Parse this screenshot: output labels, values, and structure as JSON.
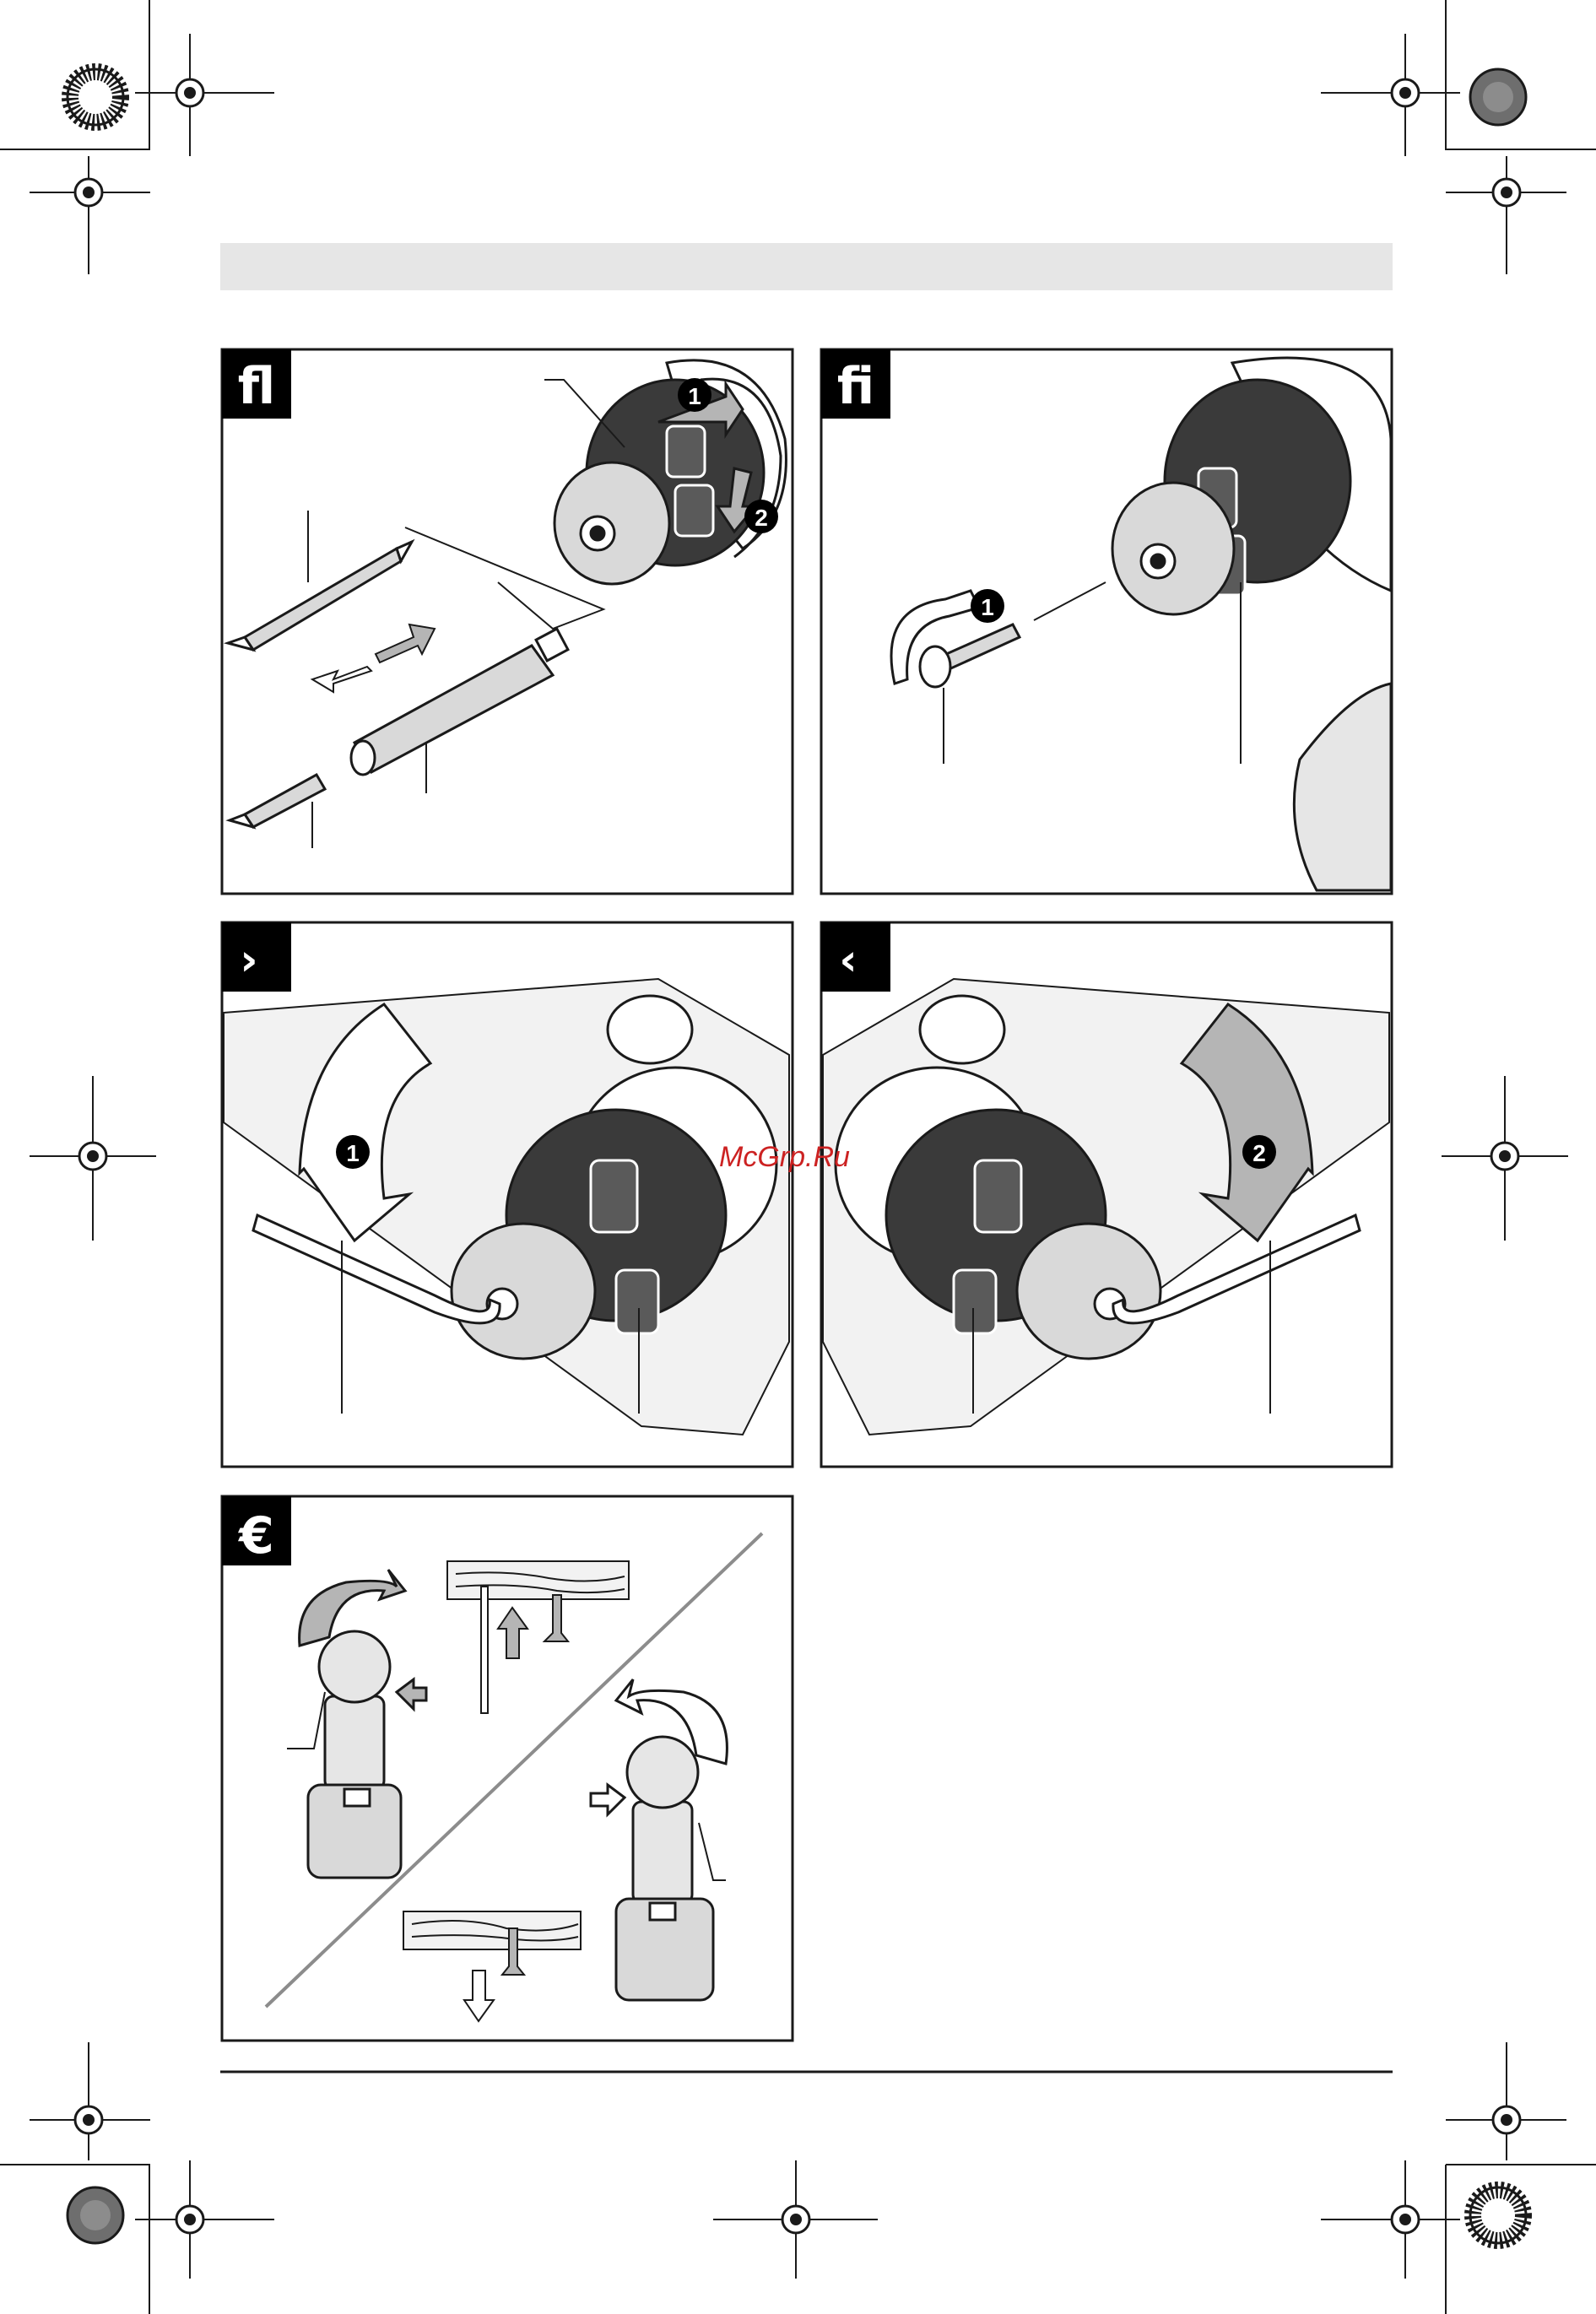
{
  "panels": [
    {
      "id": "fl",
      "label": "fl",
      "steps": [
        "1",
        "2"
      ]
    },
    {
      "id": "fi",
      "label": "fi",
      "steps": [
        "1"
      ]
    },
    {
      "id": "left-key",
      "label": "›",
      "steps": [
        "1"
      ]
    },
    {
      "id": "right-key",
      "label": "‹",
      "steps": [
        "2"
      ]
    },
    {
      "id": "euro",
      "label": "€",
      "steps": []
    }
  ],
  "watermark": "McGrp.Ru",
  "colors": {
    "line": "#1a1a1a",
    "header_bar": "#e6e6e6",
    "label_bg": "#000000",
    "chuck_dark": "#3a3a3a",
    "metal": "#d9d9d9",
    "wood": "#f2f2f2",
    "arrow_gray": "#b5b5b5"
  }
}
